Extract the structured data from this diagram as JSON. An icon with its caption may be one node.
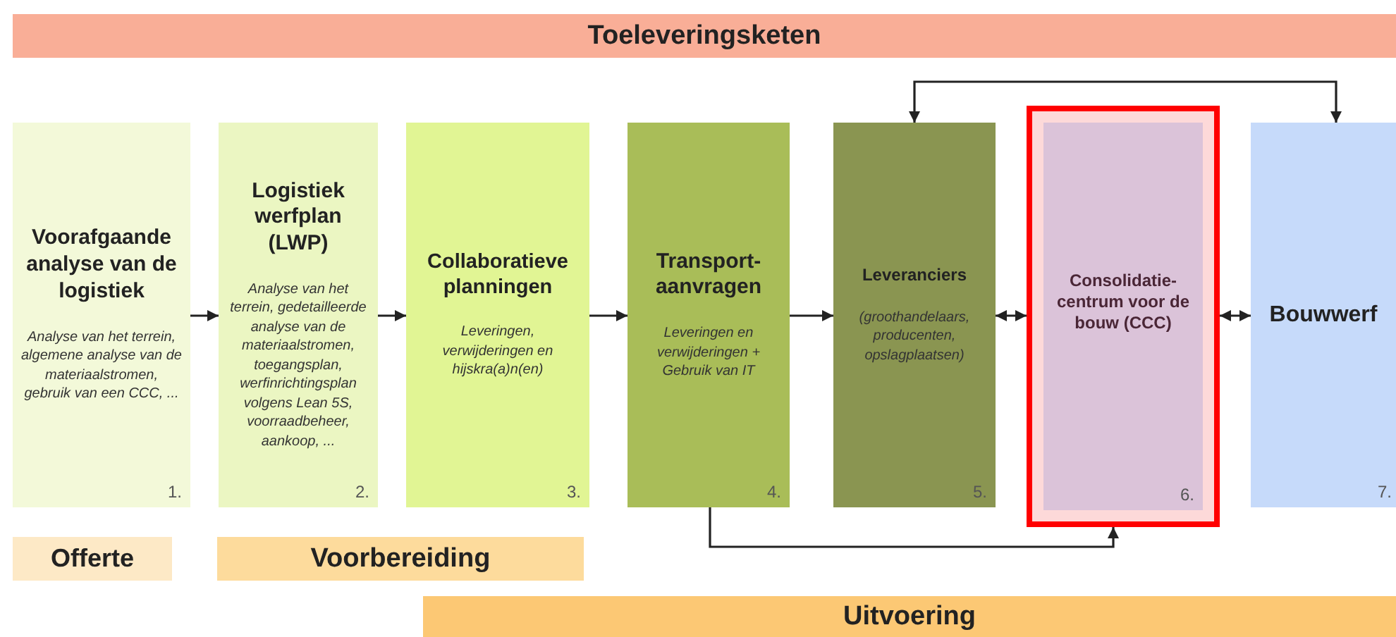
{
  "diagram": {
    "nodes": [
      {
        "text": [
          "Toeleveringsketen"
        ]
      },
      {
        "text": [
          "Voorafgaande analyse van de logistiek",
          "Analyse van het terrein, algemene analyse van de materiaalstromen, gebruik van een CCC, ...",
          "1."
        ]
      },
      {
        "text": [
          "Logistiek werfplan (LWP)",
          "Analyse van het terrein, gedetailleerde analyse van de materiaalstromen, toegangsplan, werfinrichtingsplan volgens Lean 5S, voorraadbeheer, aankoop, ...",
          "2."
        ]
      },
      {
        "text": [
          "Collaboratieve planningen",
          "Leveringen, verwijderingen en hijskra(a)n(en)",
          "3."
        ]
      },
      {
        "text": [
          "Transport-aanvragen",
          "Leveringen en verwijderingen + Gebruik van IT",
          "4."
        ]
      },
      {
        "text": [
          "Leveranciers",
          "(groothandelaars, producenten, opslagplaatsen)",
          "5."
        ]
      },
      {
        "text": [
          "Consolidatie-centrum voor de bouw (CCC)",
          "6."
        ]
      },
      {
        "text": [
          "Bouwwerf",
          "7."
        ]
      },
      {
        "text": [
          "Offerte"
        ]
      },
      {
        "text": [
          "Voorbereiding"
        ]
      },
      {
        "text": [
          "Uitvoering"
        ]
      }
    ],
    "edges": [
      {
        "from": 1,
        "to": 2,
        "arrow": "to"
      },
      {
        "from": 2,
        "to": 3,
        "arrow": "to"
      },
      {
        "from": 3,
        "to": 4,
        "arrow": "to"
      },
      {
        "from": 4,
        "to": 5,
        "arrow": "to"
      },
      {
        "from": 5,
        "to": 6,
        "arrow": "both"
      },
      {
        "from": 6,
        "to": 7,
        "arrow": "both"
      },
      {
        "from": 5,
        "to": 7,
        "arrow": "both"
      },
      {
        "from": 4,
        "to": 6,
        "arrow": "to"
      }
    ]
  }
}
